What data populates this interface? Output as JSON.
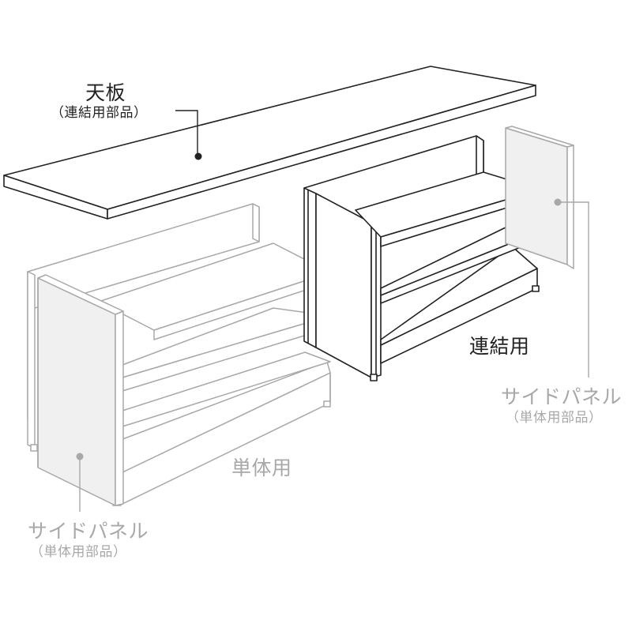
{
  "labels": {
    "top_board": {
      "title": "天板",
      "sub": "（連結用部品）"
    },
    "linked_unit": {
      "title": "連結用"
    },
    "single_unit": {
      "title": "単体用"
    },
    "side_panel_right": {
      "title": "サイドパネル",
      "sub": "（単体用部品）"
    },
    "side_panel_left": {
      "title": "サイドパネル",
      "sub": "（単体用部品）"
    }
  },
  "colors": {
    "line_dark": "#222222",
    "line_grey": "#a8a8a8",
    "panel_fill": "#f0f0f0",
    "fill_white": "#ffffff"
  }
}
